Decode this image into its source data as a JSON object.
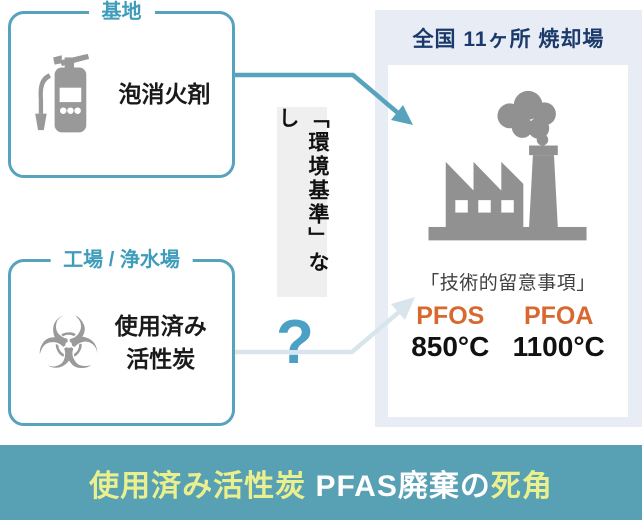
{
  "base_box": {
    "tag": "基地",
    "item": "泡消火剤"
  },
  "plant_box": {
    "tag": "工場 / 浄水場",
    "item_line1": "使用済み",
    "item_line2": "活性炭"
  },
  "middle": {
    "standard_note": "「環境基準」なし",
    "question_mark": "?"
  },
  "incinerator_panel": {
    "title": "全国 11ヶ所 焼却場",
    "guideline_note": "「技術的留意事項」",
    "specs": [
      {
        "substance": "PFOS",
        "temperature": "850°C"
      },
      {
        "substance": "PFOA",
        "temperature": "1100°C"
      }
    ]
  },
  "banner": {
    "part1": "使用済み活性炭",
    "part2": " PFAS廃棄の",
    "part3": "死角"
  },
  "glyphs": {
    "biohazard": "☣"
  },
  "colors": {
    "teal_border": "#57a3bd",
    "teal_label": "#3f9cba",
    "navy_title": "#1b3a6b",
    "orange_substance": "#d8682f",
    "icon_gray": "#999999",
    "panel_bg": "#e8edf5",
    "note_bg": "#efefef",
    "arrow_teal": "#57a3bd",
    "arrow_light": "#d9e5ec",
    "question_teal": "#4ba0c5",
    "banner_bg": "#58a0b4",
    "banner_yellow": "#e9f08d"
  }
}
